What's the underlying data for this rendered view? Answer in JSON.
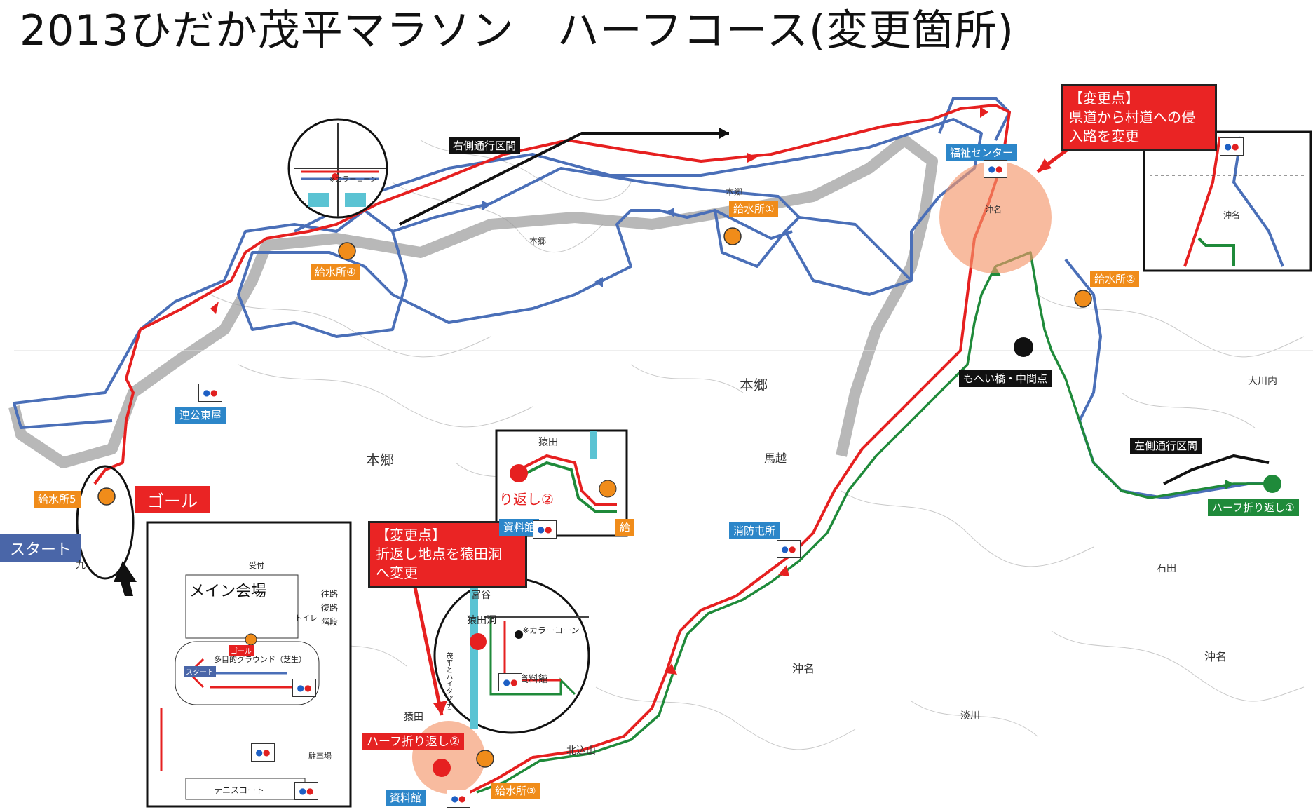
{
  "title": "2013ひだか茂平マラソン　ハーフコース(変更箇所)",
  "colors": {
    "red_route": "#e62020",
    "blue_route": "#4a6fb8",
    "green_route": "#1f8a3a",
    "aid_orange": "#f08c1a",
    "change_box": "#ea2424"
  },
  "labels": {
    "right_side_section": "右側通行区間",
    "left_side_section": "左側通行区間",
    "welfare_center": "福祉センター",
    "aid1": "給水所①",
    "aid2": "給水所②",
    "aid3": "給水所③",
    "aid4": "給水所④",
    "aid5": "給水所5",
    "mohei_bridge": "もへい橋・中間点",
    "fire_station": "消防屯所",
    "community_hall": "連公東屋",
    "goal": "ゴール",
    "start": "スタート",
    "archive": "資料館",
    "half_turn1": "ハーフ折り返し①",
    "half_turn2": "ハーフ折り返し②",
    "inset_turn2": "り返し②",
    "inset_archive": "資料館",
    "inset_aid": "給",
    "color_cone": "※カラーコーン",
    "sarutabora": "猿田洞",
    "mohei_haitatch": "茂平とハイタッチ!",
    "main_venue": "メイン会場",
    "tennis_court": "テニスコート",
    "multi_ground": "多目的グラウンド（芝生）",
    "legend_out": "往路",
    "legend_back": "復路",
    "legend_stairs": "階段",
    "reception": "受付",
    "toilet": "トイレ",
    "parking": "駐車場"
  },
  "change_points": [
    {
      "heading": "【変更点】",
      "line1": "県道から村道への侵",
      "line2": "入路を変更"
    },
    {
      "heading": "【変更点】",
      "line1": "折返し地点を猿田洞",
      "line2": "へ変更"
    }
  ],
  "places": {
    "hongo1": "本郷",
    "hongo2": "本郷",
    "hongo3": "本郷",
    "hongo4": "本郷",
    "okina1": "沖名",
    "okina2": "沖名",
    "okina3": "沖名",
    "okina4": "沖名",
    "magoe": "馬越",
    "ishida": "石田",
    "okawauchi": "大川内",
    "saruta": "猿田",
    "saruta2": "猿田",
    "miyatani": "宮谷",
    "kitakomiyama": "北込山",
    "sabukawa": "淡川",
    "kyu": "九"
  }
}
